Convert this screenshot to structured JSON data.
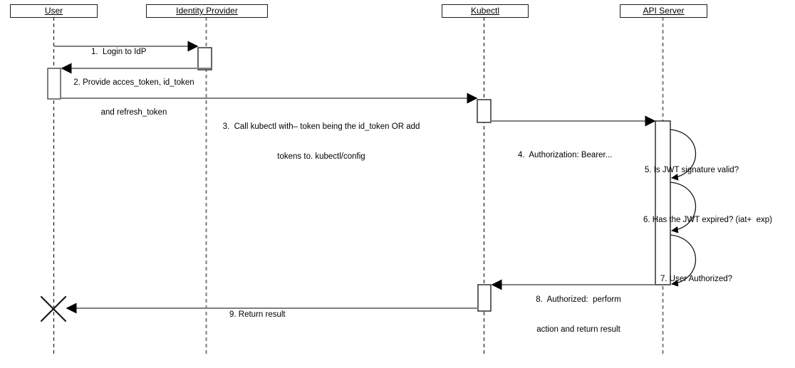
{
  "diagram_type": "uml-sequence-diagram",
  "colors": {
    "background": "#ffffff",
    "message_line": "#808080",
    "arrowhead": "#000000",
    "text": "#000000",
    "lifeline_dark": "#222222",
    "lifeline_gray": "#7d7d7d"
  },
  "actors": [
    {
      "id": "user",
      "label": "User"
    },
    {
      "id": "identity-provider",
      "label": "Identity Provider"
    },
    {
      "id": "kubectl",
      "label": "Kubectl"
    },
    {
      "id": "api-server",
      "label": "API Server"
    }
  ],
  "messages": [
    {
      "n": 1,
      "from": "User",
      "to": "Identity Provider",
      "lines": [
        "1.  Login to IdP"
      ]
    },
    {
      "n": 2,
      "from": "Identity Provider",
      "to": "User",
      "lines": [
        "2. Provide acces_token, id_token",
        "and refresh_token"
      ]
    },
    {
      "n": 3,
      "from": "User",
      "to": "Kubectl",
      "lines": [
        "3.  Call kubectl with– token being the id_token OR add",
        "tokens to. kubectl/config"
      ]
    },
    {
      "n": 4,
      "from": "Kubectl",
      "to": "API Server",
      "lines": [
        "4.  Authorization: Bearer..."
      ]
    },
    {
      "n": 5,
      "from": "API Server",
      "to": "API Server",
      "lines": [
        "5. Is JWT signature valid?"
      ]
    },
    {
      "n": 6,
      "from": "API Server",
      "to": "API Server",
      "lines": [
        "6. Has the JWT expired? (iat+  exp)"
      ]
    },
    {
      "n": 7,
      "from": "API Server",
      "to": "API Server",
      "lines": [
        "7. User Authorized?"
      ]
    },
    {
      "n": 8,
      "from": "API Server",
      "to": "Kubectl",
      "lines": [
        "8.  Authorized:  perform",
        "action and return result"
      ]
    },
    {
      "n": 9,
      "from": "Kubectl",
      "to": "User",
      "lines": [
        "9. Return result"
      ]
    }
  ]
}
